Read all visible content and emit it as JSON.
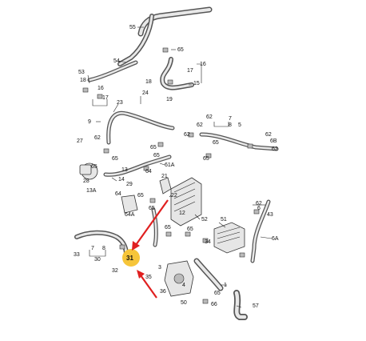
{
  "callouts": [
    {
      "id": "c55",
      "text": "55"
    },
    {
      "id": "c54",
      "text": "54"
    },
    {
      "id": "c65a",
      "text": "65"
    },
    {
      "id": "c16a",
      "text": "16"
    },
    {
      "id": "c17a",
      "text": "17"
    },
    {
      "id": "c15",
      "text": "15"
    },
    {
      "id": "c18a",
      "text": "18"
    },
    {
      "id": "c19",
      "text": "19"
    },
    {
      "id": "c53",
      "text": "53"
    },
    {
      "id": "c18b",
      "text": "18"
    },
    {
      "id": "c16b",
      "text": "16"
    },
    {
      "id": "c17b",
      "text": "17"
    },
    {
      "id": "c24",
      "text": "24"
    },
    {
      "id": "c23",
      "text": "23"
    },
    {
      "id": "c62a",
      "text": "62"
    },
    {
      "id": "c7a",
      "text": "7"
    },
    {
      "id": "c8a",
      "text": "8"
    },
    {
      "id": "c5",
      "text": "5"
    },
    {
      "id": "c9",
      "text": "9"
    },
    {
      "id": "c62b",
      "text": "62"
    },
    {
      "id": "c62c",
      "text": "62"
    },
    {
      "id": "c65b",
      "text": "65"
    },
    {
      "id": "c62d",
      "text": "62"
    },
    {
      "id": "c6B",
      "text": "6B"
    },
    {
      "id": "c62e",
      "text": "62"
    },
    {
      "id": "c65c",
      "text": "65"
    },
    {
      "id": "c27",
      "text": "27"
    },
    {
      "id": "c62f",
      "text": "62"
    },
    {
      "id": "c65d",
      "text": "65"
    },
    {
      "id": "c65e",
      "text": "65"
    },
    {
      "id": "c65f",
      "text": "65"
    },
    {
      "id": "c65g",
      "text": "65"
    },
    {
      "id": "c61A",
      "text": "61A"
    },
    {
      "id": "c13",
      "text": "13"
    },
    {
      "id": "c64",
      "text": "64"
    },
    {
      "id": "c14",
      "text": "14"
    },
    {
      "id": "c28",
      "text": "28"
    },
    {
      "id": "c29",
      "text": "29"
    },
    {
      "id": "c13A",
      "text": "13A"
    },
    {
      "id": "c64b",
      "text": "64"
    },
    {
      "id": "c65h",
      "text": "65"
    },
    {
      "id": "c21",
      "text": "21"
    },
    {
      "id": "c22",
      "text": "22"
    },
    {
      "id": "c65i",
      "text": "65"
    },
    {
      "id": "c12",
      "text": "12"
    },
    {
      "id": "c64A",
      "text": "64A"
    },
    {
      "id": "c52",
      "text": "52"
    },
    {
      "id": "c62g",
      "text": "62"
    },
    {
      "id": "c6",
      "text": "6"
    },
    {
      "id": "c43",
      "text": "43"
    },
    {
      "id": "c51",
      "text": "51"
    },
    {
      "id": "c65j",
      "text": "65"
    },
    {
      "id": "c65k",
      "text": "65"
    },
    {
      "id": "c6A",
      "text": "6A"
    },
    {
      "id": "c34",
      "text": "34"
    },
    {
      "id": "c7b",
      "text": "7"
    },
    {
      "id": "c8b",
      "text": "8"
    },
    {
      "id": "c33",
      "text": "33"
    },
    {
      "id": "c30",
      "text": "30"
    },
    {
      "id": "c32",
      "text": "32"
    },
    {
      "id": "c35",
      "text": "35"
    },
    {
      "id": "c3",
      "text": "3"
    },
    {
      "id": "c1",
      "text": "1"
    },
    {
      "id": "c36",
      "text": "36"
    },
    {
      "id": "c4",
      "text": "4"
    },
    {
      "id": "c65l",
      "text": "65"
    },
    {
      "id": "c50",
      "text": "50"
    },
    {
      "id": "c66",
      "text": "66"
    },
    {
      "id": "c57",
      "text": "57"
    }
  ],
  "highlight": {
    "text": "31",
    "color": "#f6c53a"
  },
  "arrow_color": "#e02020"
}
